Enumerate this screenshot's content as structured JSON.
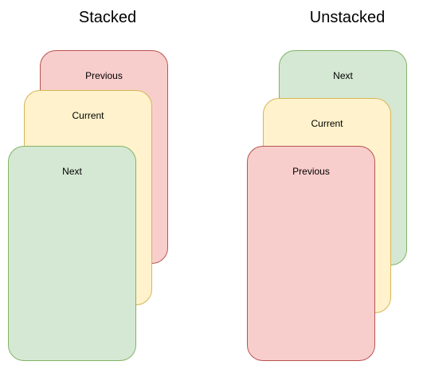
{
  "stacked": {
    "title": "Stacked",
    "cards": [
      {
        "label": "Previous",
        "fill": "#f8cecc",
        "stroke": "#b85450"
      },
      {
        "label": "Current",
        "fill": "#fff2cc",
        "stroke": "#d6b656"
      },
      {
        "label": "Next",
        "fill": "#d5e8d4",
        "stroke": "#82b366"
      }
    ]
  },
  "unstacked": {
    "title": "Unstacked",
    "cards": [
      {
        "label": "Next",
        "fill": "#d5e8d4",
        "stroke": "#82b366"
      },
      {
        "label": "Current",
        "fill": "#fff2cc",
        "stroke": "#d6b656"
      },
      {
        "label": "Previous",
        "fill": "#f8cecc",
        "stroke": "#b85450"
      }
    ]
  }
}
